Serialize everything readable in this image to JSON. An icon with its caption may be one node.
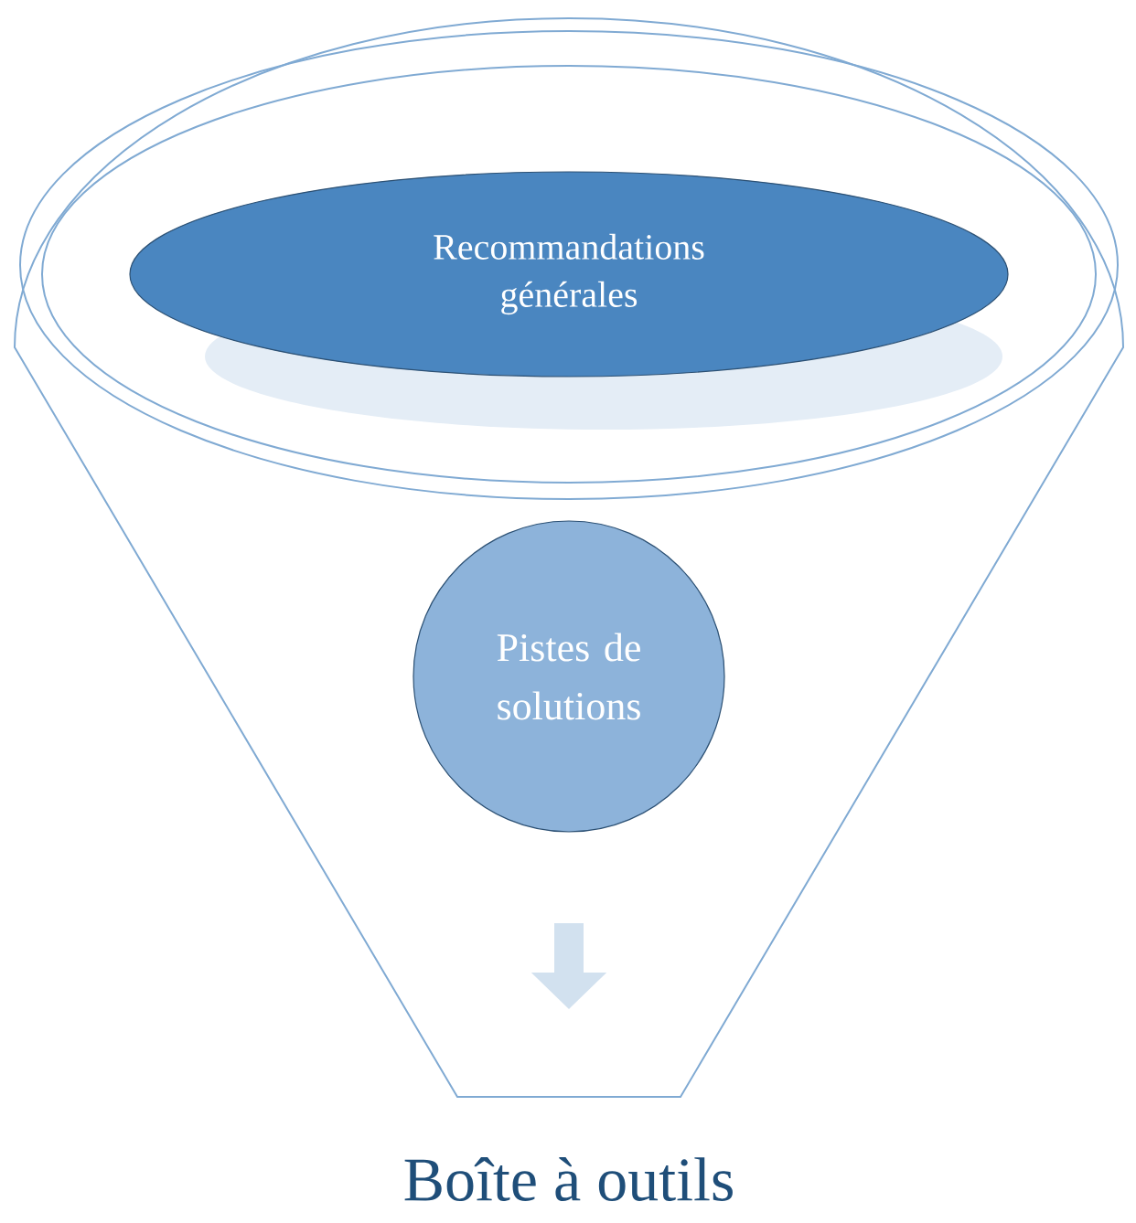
{
  "diagram": {
    "nodes": [
      {
        "text": [
          "Recommandations générales"
        ]
      },
      {
        "text": [
          "Pistes de solutions"
        ]
      },
      {
        "text": [
          "Boîte à outils"
        ]
      }
    ]
  }
}
